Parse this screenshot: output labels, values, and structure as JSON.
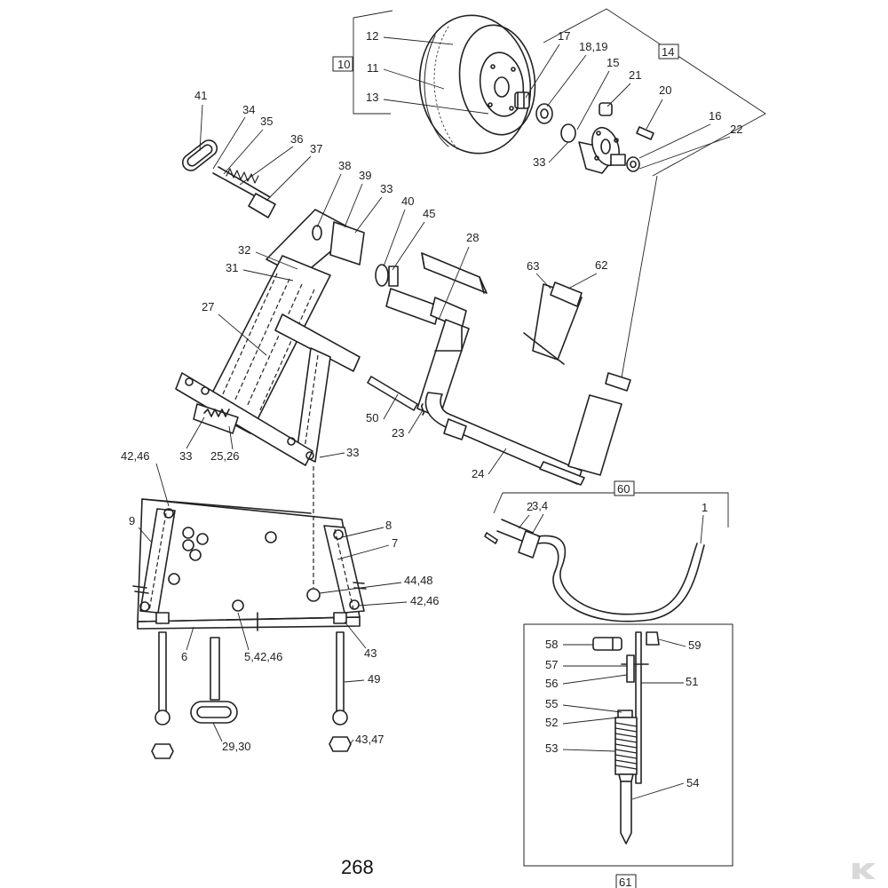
{
  "page_number": "268",
  "groups": {
    "g10": "10",
    "g14": "14",
    "g60": "60",
    "g61": "61"
  },
  "labels": {
    "l12": "12",
    "l11": "11",
    "l13": "13",
    "l17": "17",
    "l1819": "18,19",
    "l15": "15",
    "l21": "21",
    "l20": "20",
    "l16": "16",
    "l22": "22",
    "l33a": "33",
    "l41": "41",
    "l34": "34",
    "l35": "35",
    "l36": "36",
    "l37": "37",
    "l38": "38",
    "l39": "39",
    "l33b": "33",
    "l40": "40",
    "l45": "45",
    "l28": "28",
    "l32": "32",
    "l31": "31",
    "l27": "27",
    "l63": "63",
    "l62": "62",
    "l50": "50",
    "l23": "23",
    "l33c": "33",
    "l2526": "25,26",
    "l33d": "33",
    "l24": "24",
    "l4246a": "42,46",
    "l9": "9",
    "l8": "8",
    "l7": "7",
    "l4448": "44,48",
    "l4246b": "42,46",
    "l6": "6",
    "l54246": "5,42,46",
    "l43": "43",
    "l49": "49",
    "l2930": "29,30",
    "l4347": "43,47",
    "l2": "2",
    "l34b": "3,4",
    "l1": "1",
    "l58": "58",
    "l59": "59",
    "l57": "57",
    "l56": "56",
    "l51": "51",
    "l55": "55",
    "l52": "52",
    "l53": "53",
    "l54": "54"
  }
}
